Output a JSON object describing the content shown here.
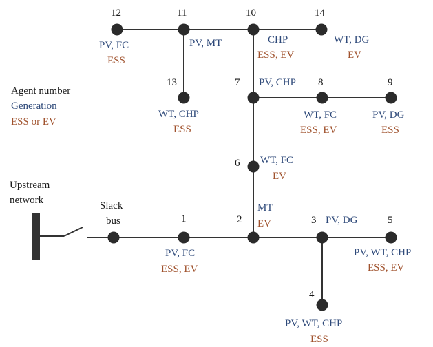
{
  "colors": {
    "line": "#333333",
    "node": "#2b2b2b",
    "number": "#1a1a1a",
    "generation": "#2f4a7a",
    "storage": "#a0522d"
  },
  "legend": {
    "agent_number": "Agent number",
    "generation": "Generation",
    "storage": "ESS or EV"
  },
  "upstream": {
    "line1": "Upstream",
    "line2": "network"
  },
  "slack": {
    "line1": "Slack",
    "line2": "bus"
  },
  "nodes": {
    "n1": {
      "number": "1",
      "gen": "PV, FC",
      "storage": "ESS, EV"
    },
    "n2": {
      "number": "2",
      "gen": "MT",
      "storage": "EV"
    },
    "n3": {
      "number": "3",
      "gen": "PV, DG",
      "storage": ""
    },
    "n4": {
      "number": "4",
      "gen": "PV, WT, CHP",
      "storage": "ESS"
    },
    "n5": {
      "number": "5",
      "gen": "PV, WT, CHP",
      "storage": "ESS, EV"
    },
    "n6": {
      "number": "6",
      "gen": "WT, FC",
      "storage": "EV"
    },
    "n7": {
      "number": "7",
      "gen": "PV, CHP",
      "storage": ""
    },
    "n8": {
      "number": "8",
      "gen": "WT, FC",
      "storage": "ESS, EV"
    },
    "n9": {
      "number": "9",
      "gen": "PV, DG",
      "storage": "ESS"
    },
    "n10": {
      "number": "10",
      "gen": "CHP",
      "storage": "ESS, EV"
    },
    "n11": {
      "number": "11",
      "gen": "PV, MT",
      "storage": ""
    },
    "n12": {
      "number": "12",
      "gen": "PV, FC",
      "storage": "ESS"
    },
    "n13": {
      "number": "13",
      "gen": "WT, CHP",
      "storage": "ESS"
    },
    "n14": {
      "number": "14",
      "gen": "WT, DG",
      "storage": "EV"
    }
  }
}
